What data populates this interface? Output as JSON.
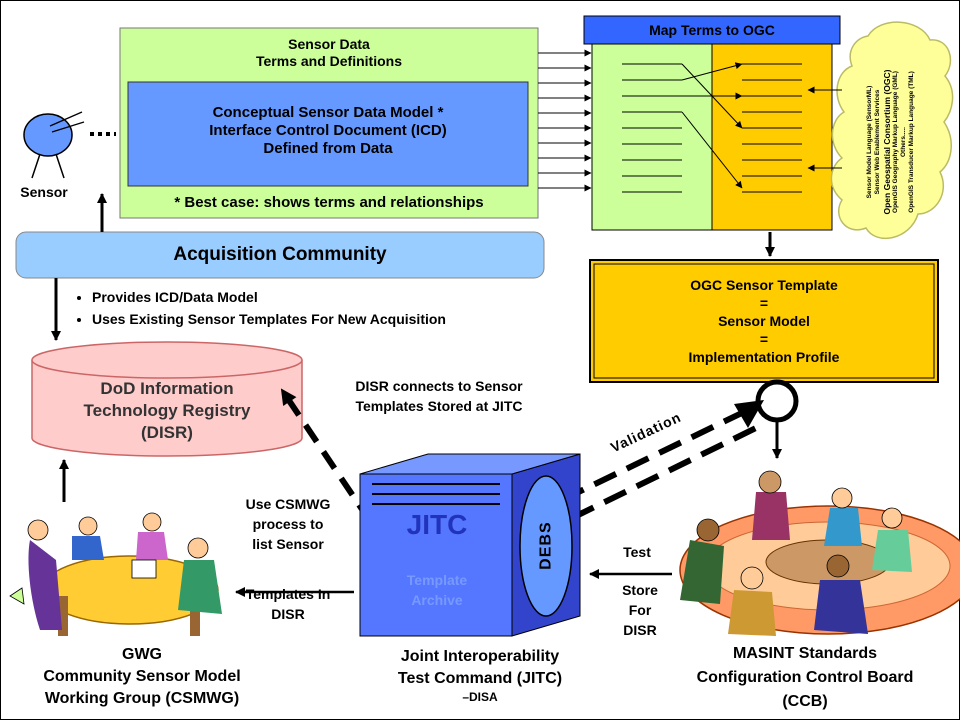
{
  "sensor": {
    "label": "Sensor"
  },
  "sensor_data": {
    "title_line1": "Sensor Data",
    "title_line2": "Terms and Definitions",
    "inner_line1": "Conceptual Sensor Data Model *",
    "inner_line2": "Interface Control Document (ICD)",
    "inner_line3": "Defined from Data",
    "footnote": "* Best case: shows terms and relationships"
  },
  "map_terms": {
    "title": "Map Terms to OGC"
  },
  "ogc_cloud": {
    "items": [
      "Sensor Model Language (SensorML)",
      "Sensor Web Enablement Services",
      "Open Geospatial Consortium (OGC)",
      "OpenGIS Geography Markup Language (GML)",
      "Others.....",
      "OpenGIS Transducer Markup Language (TML)"
    ]
  },
  "acquisition": {
    "title": "Acquisition Community",
    "bullets": [
      "Provides ICD/Data Model",
      "Uses Existing Sensor Templates For New Acquisition"
    ]
  },
  "ogc_template": {
    "line1": "OGC Sensor Template",
    "line2": "=",
    "line3": "Sensor Model",
    "line4": "=",
    "line5": "Implementation Profile"
  },
  "disr": {
    "line1": "DoD Information",
    "line2": "Technology Registry",
    "line3": "(DISR)"
  },
  "disr_note": {
    "line1": "DISR connects to Sensor",
    "line2": "Templates Stored at JITC"
  },
  "validation": {
    "label": "Validation"
  },
  "jitc": {
    "title": "JITC",
    "sub1": "Template",
    "sub2": "Archive",
    "debs": "DEBS",
    "caption1": "Joint Interoperability",
    "caption2": "Test Command (JITC)",
    "caption3": "–DISA"
  },
  "csmwg_process": {
    "line1": "Use CSMWG",
    "line2": "process to",
    "line3": "list Sensor",
    "line4": "Templates In",
    "line5": "DISR"
  },
  "gwg": {
    "line1": "GWG",
    "line2": "Community Sensor Model",
    "line3": "Working Group (CSMWG)"
  },
  "test_store": {
    "test": "Test",
    "store1": "Store",
    "store2": "For",
    "store3": "DISR"
  },
  "masint": {
    "line1": "MASINT Standards",
    "line2": "Configuration Control Board",
    "line3": "(CCB)"
  },
  "colors": {
    "light_green": "#ccff99",
    "model_blue": "#6699ff",
    "header_blue": "#3366ff",
    "gold": "#ffcc00",
    "acq_blue": "#99ccff",
    "disr_pink": "#ffcccc",
    "cloud_yellow": "#ffff99",
    "jitc_blue": "#5577ff"
  }
}
